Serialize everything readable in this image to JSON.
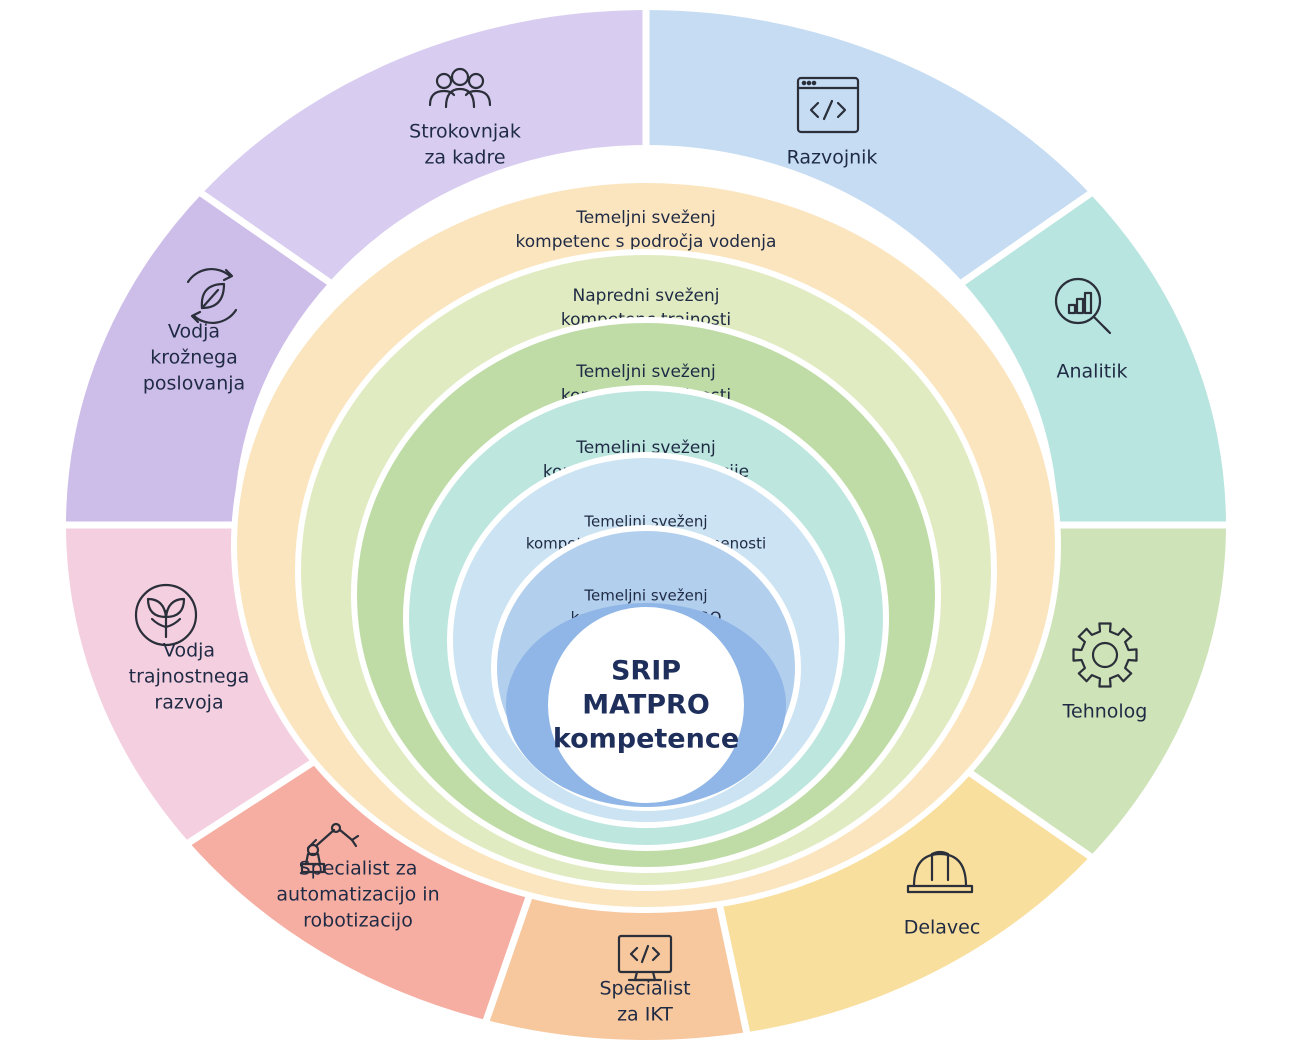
{
  "segments": [
    {
      "id": "hr",
      "lines": [
        "Strokovnjak",
        "za kadre"
      ],
      "icon": "people-icon",
      "color": "#d8cdf0"
    },
    {
      "id": "developer",
      "lines": [
        "Razvojnik"
      ],
      "icon": "code-window-icon",
      "color": "#c5dcf3"
    },
    {
      "id": "analyst",
      "lines": [
        "Analitik"
      ],
      "icon": "analytics-icon",
      "color": "#b9e5e0"
    },
    {
      "id": "technologist",
      "lines": [
        "Tehnolog"
      ],
      "icon": "gear-icon",
      "color": "#cfe3b8"
    },
    {
      "id": "worker",
      "lines": [
        "Delavec"
      ],
      "icon": "hard-hat-icon",
      "color": "#f9df9d"
    },
    {
      "id": "ict",
      "lines": [
        "Specialist",
        "za IKT"
      ],
      "icon": "monitor-code-icon",
      "color": "#f7c79d"
    },
    {
      "id": "automation",
      "lines": [
        "Specialist za",
        "automatizacijo in",
        "robotizacijo"
      ],
      "icon": "robot-arm-icon",
      "color": "#f6aea2"
    },
    {
      "id": "sustainable",
      "lines": [
        "Vodja",
        "trajnostnega",
        "razvoja"
      ],
      "icon": "sprout-icon",
      "color": "#f4cfe0"
    },
    {
      "id": "circular",
      "lines": [
        "Vodja",
        "krožnega",
        "poslovanja"
      ],
      "icon": "recycle-leaf-icon",
      "color": "#cdbde9"
    }
  ],
  "rings": [
    {
      "lines": [
        "Temeljni sveženj",
        "kompetenc s področja vodenja"
      ],
      "color": "#fbe5bf"
    },
    {
      "lines": [
        "Napredni sveženj",
        "kompetenc trajnosti"
      ],
      "color": "#e0ebc2"
    },
    {
      "lines": [
        "Temeljni sveženj",
        "kompetenc trajnosti"
      ],
      "color": "#bfdca7"
    },
    {
      "lines": [
        "Temeljni sveženj",
        "kompetenc digitalizacije"
      ],
      "color": "#bde6df"
    },
    {
      "lines": [
        "Temeljni sveženj",
        "kompetenc digitalne pismenosti"
      ],
      "color": "#cbe3f2"
    },
    {
      "lines": [
        "Temeljni sveženj",
        "kompetenc MATPRO"
      ],
      "color": "#b2cfee"
    }
  ],
  "core": {
    "lines": [
      "SRIP",
      "MATPRO",
      "kompetence"
    ],
    "color": "#ffffff",
    "text_color": "#1f2f5c",
    "inner_ring_color": "#8fb6e6"
  }
}
